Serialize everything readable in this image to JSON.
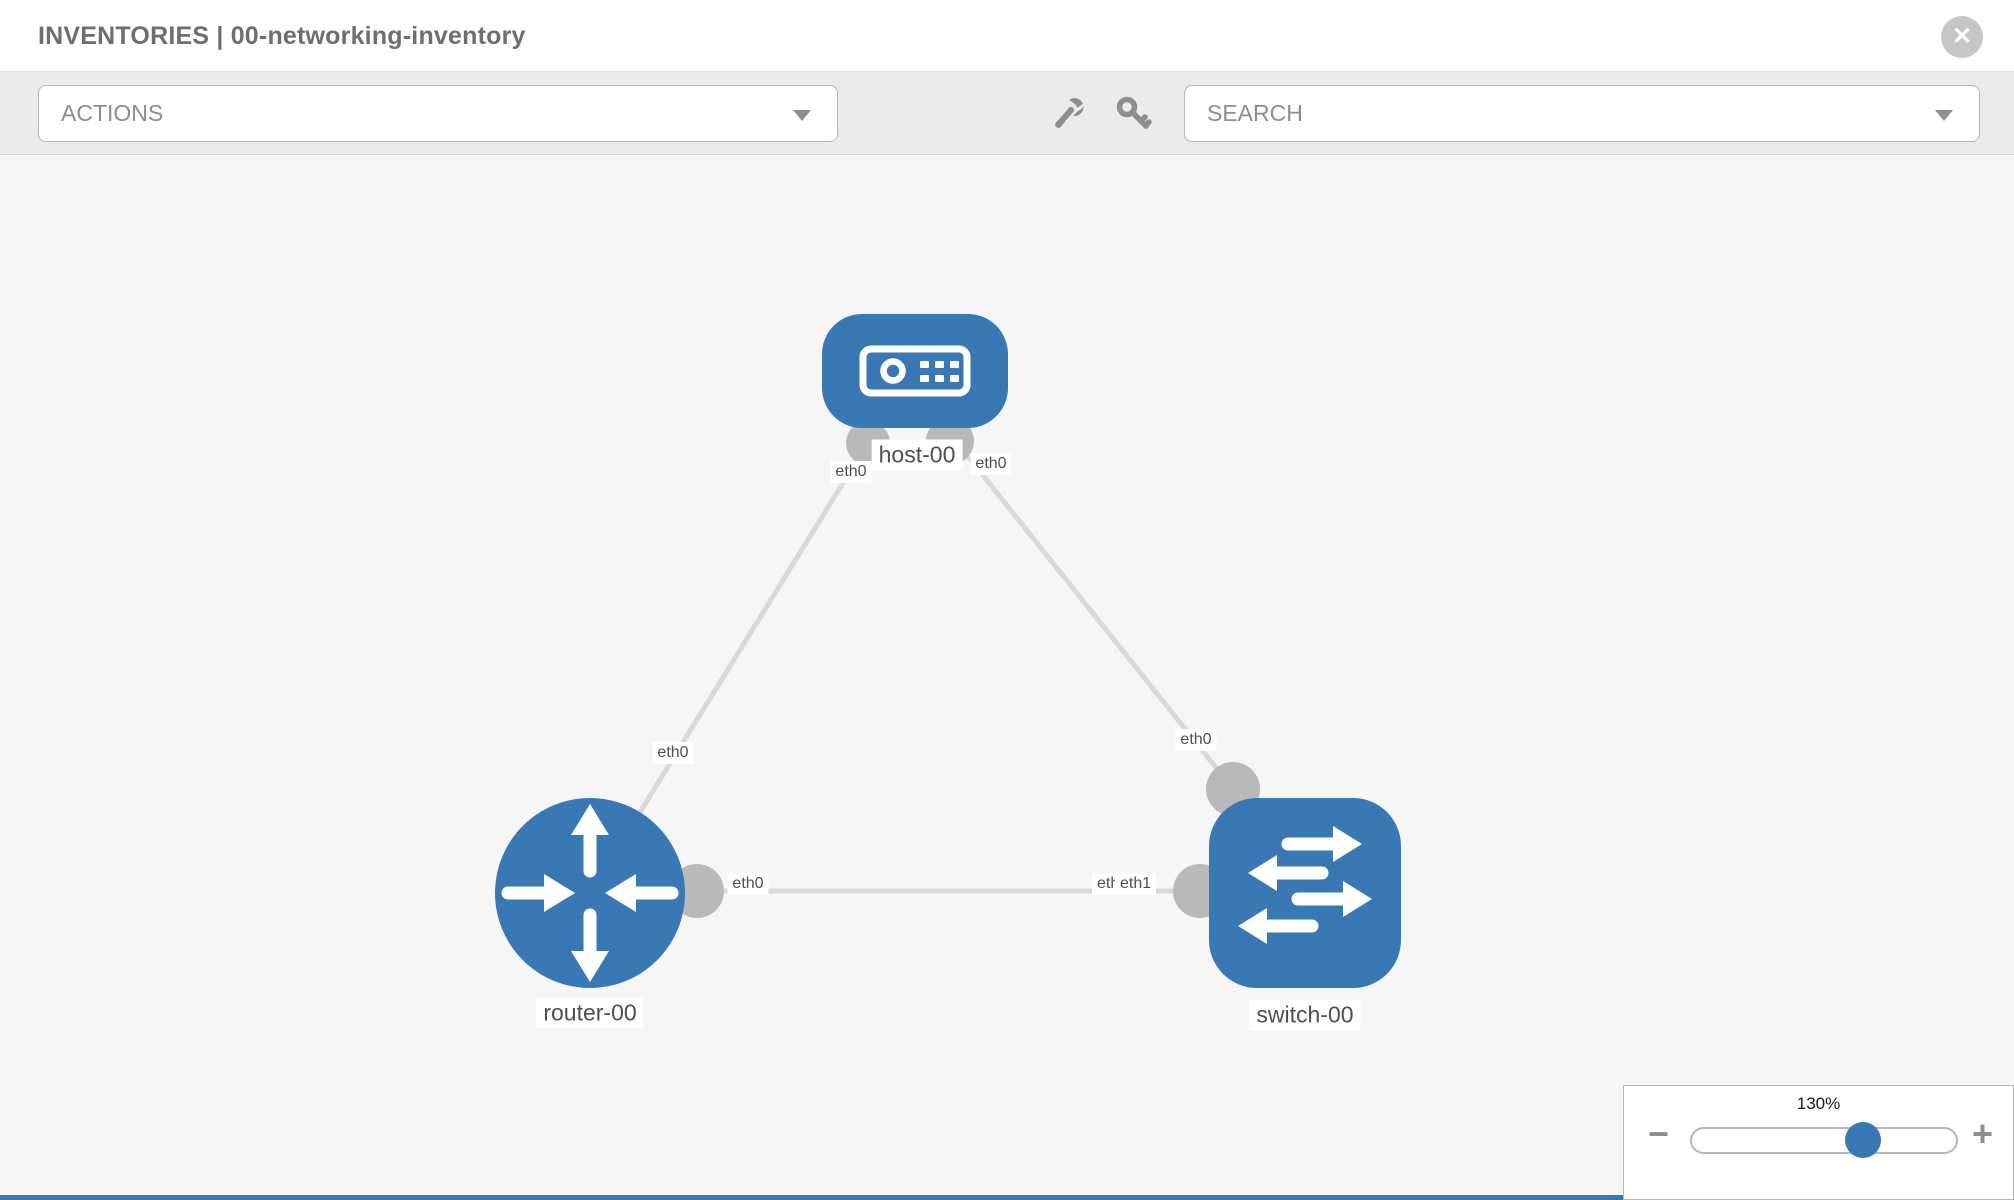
{
  "header": {
    "title": "INVENTORIES | 00-networking-inventory",
    "close_label": "✕"
  },
  "toolbar": {
    "actions_dropdown": {
      "label": "ACTIONS"
    },
    "tools": {
      "wrench": "wrench-icon",
      "key": "key-icon"
    },
    "search_dropdown": {
      "placeholder": "SEARCH"
    }
  },
  "topology": {
    "nodes": [
      {
        "id": "host-00",
        "type": "host",
        "label": "host-00"
      },
      {
        "id": "router-00",
        "type": "router",
        "label": "router-00"
      },
      {
        "id": "switch-00",
        "type": "switch",
        "label": "switch-00"
      }
    ],
    "node_labels": {
      "host": "host-00",
      "router": "router-00",
      "switch": "switch-00"
    },
    "links": [
      {
        "from": "router-00",
        "to": "host-00",
        "from_iface": "eth0",
        "to_iface": "eth0"
      },
      {
        "from": "host-00",
        "to": "switch-00",
        "from_iface": "eth0",
        "to_iface": "eth0"
      },
      {
        "from": "router-00",
        "to": "switch-00",
        "from_iface": "eth0",
        "to_iface": "eth1"
      }
    ],
    "iface_labels": {
      "router_host_mid": "eth0",
      "host_left": "eth0",
      "host_right": "eth0",
      "host_switch_mid": "eth0",
      "router_switch_near_router": "eth0",
      "router_switch_near_switch_back": "eth0",
      "router_switch_near_switch_front": "eth1"
    }
  },
  "zoom_control": {
    "level": "130%",
    "minus": "−",
    "plus": "+"
  },
  "colors": {
    "node_blue": "#3879b5",
    "port_gray": "#b9b9b9",
    "link_gray": "#d9d9d9",
    "canvas_bg": "#f6f6f6",
    "toolbar_bg": "#ebebeb",
    "muted_text": "#8e8e8e",
    "title_text": "#6e6e6e",
    "label_text": "#4f4f4f"
  }
}
